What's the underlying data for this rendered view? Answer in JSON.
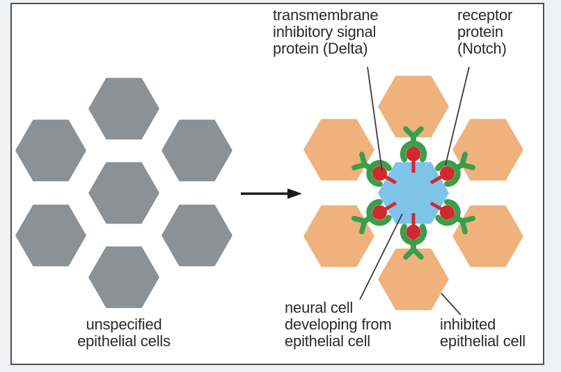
{
  "labels": {
    "delta": "transmembrane\ninhibitory signal\nprotein (Delta)",
    "notch": "receptor\nprotein\n(Notch)",
    "unspecified": "unspecified\nepithelial cells",
    "neural": "neural cell\ndeveloping from\nepithelial cell",
    "inhibited": "inhibited\nepithelial cell"
  },
  "structure": {
    "left_cluster_cell_count": 7,
    "right_cluster_inhibited_cell_count": 6,
    "right_cluster_neural_cell_count": 1,
    "notch_delta_pair_count": 6
  },
  "colors": {
    "background": "#eff0f2",
    "panel_background": "#ffffff",
    "panel_border": "#4e4e50",
    "unspecified_cell": "#8b9194",
    "inhibited_cell": "#efb27d",
    "neural_cell": "#7ec3e8",
    "notch_receptor": "#3b9e49",
    "delta_protein": "#d2292f",
    "leader_line": "#3a3a3a",
    "arrow": "#1c1c1c",
    "label_text": "#2a2a2a"
  }
}
